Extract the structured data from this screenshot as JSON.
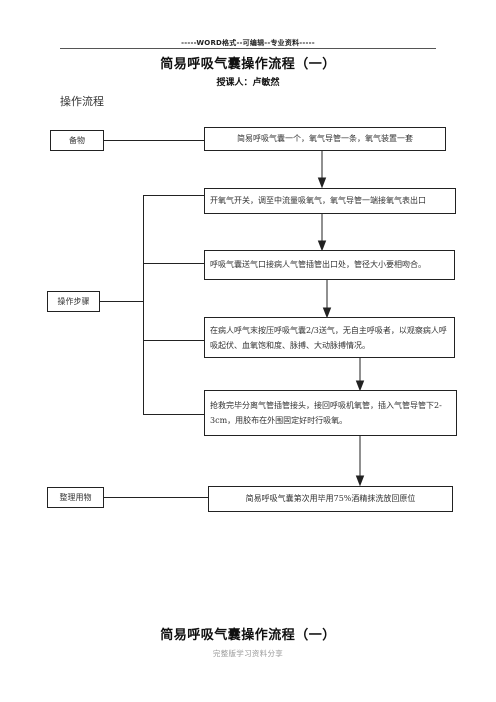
{
  "header": {
    "text": "-----WORD格式--可编辑--专业资料-----"
  },
  "title": "简易呼吸气囊操作流程（一）",
  "subtitle": "授课人：卢敏然",
  "section_title": "操作流程",
  "flow": {
    "prep_label": "备物",
    "prep_content": "简易呼吸气囊一个，氧气导管一条，氧气装置一套",
    "steps_label": "操作步骤",
    "steps": [
      "开氧气开关，调至中流量吸氧气，氧气导管一端接氧气表出口",
      "呼吸气囊送气口接病人气管插管出口处，管径大小要相吻合。",
      "在病人呼气末按压呼吸气囊2/3送气，无自主呼吸者，以观察病人呼吸起伏、血氧饱和度、脉搏、大动脉搏情况。",
      "抢救完毕分离气管插管接头，接回呼吸机氧管，插入气管导管下2-3cm，用胶布在外围固定好时行吸氧。"
    ],
    "tidy_label": "整理用物",
    "tidy_content": "简易呼吸气囊第次用毕用75%酒精抹洗放回原位"
  },
  "title_repeat": "简易呼吸气囊操作流程（一）",
  "footer": {
    "text": "完整版学习资料分享"
  }
}
